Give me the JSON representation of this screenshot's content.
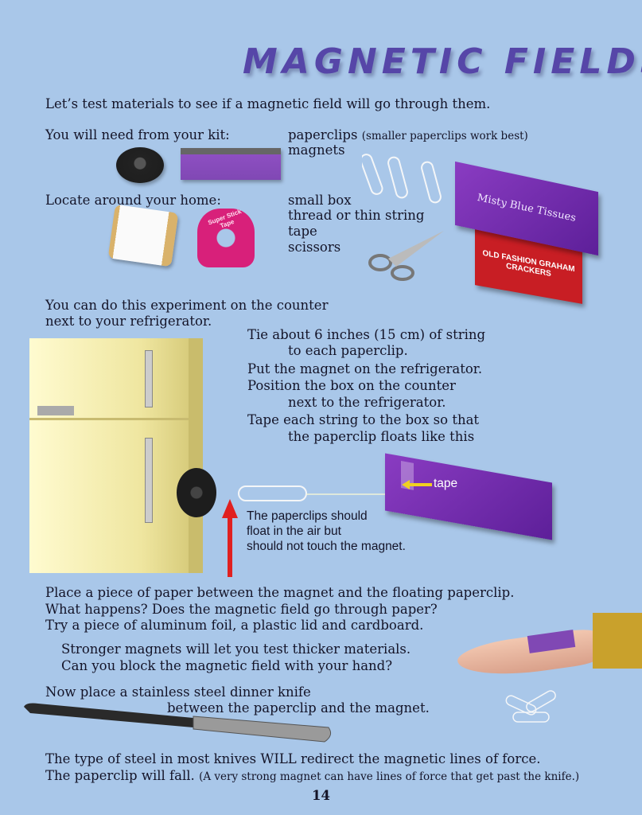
{
  "title": "MAGNETIC FIELDS",
  "intro": "Let’s test materials to see if a magnetic field will go through them.",
  "kit": {
    "label": "You will need from your kit:",
    "items": [
      {
        "name": "paperclips",
        "note": "(smaller paperclips work best)"
      },
      {
        "name": "magnets"
      }
    ]
  },
  "home": {
    "label": "Locate around your home:",
    "items": [
      "small box",
      "thread or thin string",
      "tape",
      "scissors"
    ]
  },
  "setup": [
    "You can do this experiment on the counter",
    "next to your refrigerator."
  ],
  "steps": [
    {
      "line1": "Tie about 6 inches (15 cm) of string",
      "line2": "to each paperclip."
    },
    {
      "line1": "Put the magnet on the refrigerator."
    },
    {
      "line1": "Position the box on the counter",
      "line2": "next to the refrigerator."
    },
    {
      "line1": "Tape each string to the box so that",
      "line2": "the paperclip floats like this"
    }
  ],
  "diagram": {
    "tape_label": "tape",
    "caption": [
      "The paperclips should",
      "float in the air but",
      "should not touch the magnet."
    ],
    "box_brand": "Misty Blue Tissues",
    "cracker_brand": "OLD FASHION GRAHAM CRACKERS",
    "tape_brand": "Super Stick Tape"
  },
  "paper_test": [
    "Place a piece of paper between the magnet and the floating paperclip.",
    "What happens? Does the magnetic field go through paper?",
    "Try a piece of aluminum foil, a plastic lid and cardboard."
  ],
  "stronger": [
    "Stronger magnets will let you test thicker materials.",
    "Can you block the magnetic field with your hand?"
  ],
  "knife": [
    "Now place a stainless steel dinner knife",
    "between the paperclip and the magnet."
  ],
  "conclusion": {
    "line1": "The type of steel in most knives WILL redirect the magnetic lines of force.",
    "line2": "The paperclip will fall.",
    "note": "(A very strong magnet can have lines of force that get past the knife.)"
  },
  "page_number": "14",
  "colors": {
    "background": "#a9c7e9",
    "title": "#5646a8",
    "arrow": "#e02020",
    "tissue_box": "#7a2fb0"
  }
}
